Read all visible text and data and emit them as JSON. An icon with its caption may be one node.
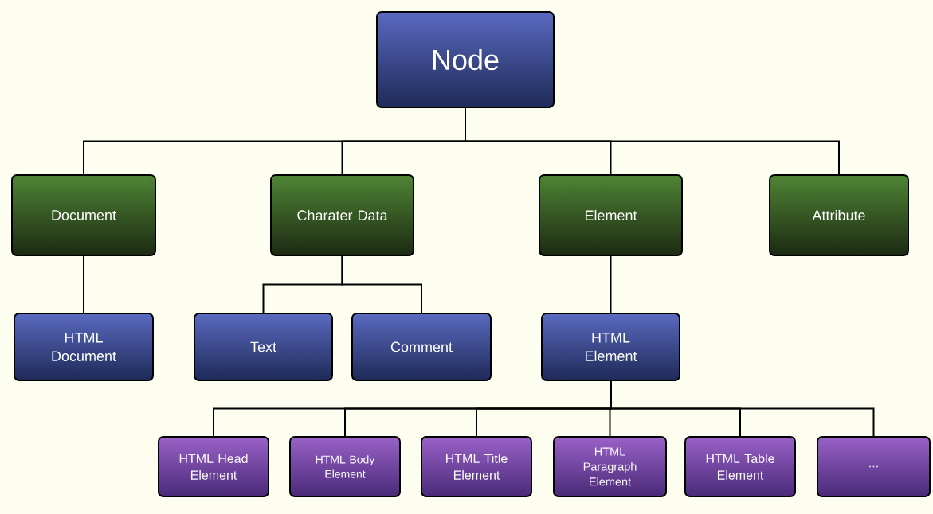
{
  "diagram": {
    "nodes": [
      {
        "text": [
          "Node"
        ]
      },
      {
        "text": [
          "Document"
        ]
      },
      {
        "text": [
          "Charater Data"
        ]
      },
      {
        "text": [
          "Element"
        ]
      },
      {
        "text": [
          "Attribute"
        ]
      },
      {
        "text": [
          "HTML Document"
        ]
      },
      {
        "text": [
          "Text"
        ]
      },
      {
        "text": [
          "Comment"
        ]
      },
      {
        "text": [
          "HTML Element"
        ]
      },
      {
        "text": [
          "HTML Head Element"
        ]
      },
      {
        "text": [
          "HTML Body Element"
        ]
      },
      {
        "text": [
          "HTML Title Element"
        ]
      },
      {
        "text": [
          "HTML Paragraph Element"
        ]
      },
      {
        "text": [
          "HTML Table Element"
        ]
      },
      {
        "text": [
          "..."
        ]
      }
    ],
    "edges": [
      {
        "from": 0,
        "to": 1,
        "arrow": "none"
      },
      {
        "from": 0,
        "to": 2,
        "arrow": "none"
      },
      {
        "from": 0,
        "to": 3,
        "arrow": "none"
      },
      {
        "from": 0,
        "to": 4,
        "arrow": "none"
      },
      {
        "from": 1,
        "to": 5,
        "arrow": "none"
      },
      {
        "from": 2,
        "to": 6,
        "arrow": "none"
      },
      {
        "from": 2,
        "to": 7,
        "arrow": "none"
      },
      {
        "from": 3,
        "to": 8,
        "arrow": "none"
      },
      {
        "from": 8,
        "to": 9,
        "arrow": "none"
      },
      {
        "from": 8,
        "to": 10,
        "arrow": "none"
      },
      {
        "from": 8,
        "to": 11,
        "arrow": "none"
      },
      {
        "from": 8,
        "to": 12,
        "arrow": "none"
      },
      {
        "from": 8,
        "to": 13,
        "arrow": "none"
      },
      {
        "from": 8,
        "to": 14,
        "arrow": "none"
      }
    ]
  }
}
